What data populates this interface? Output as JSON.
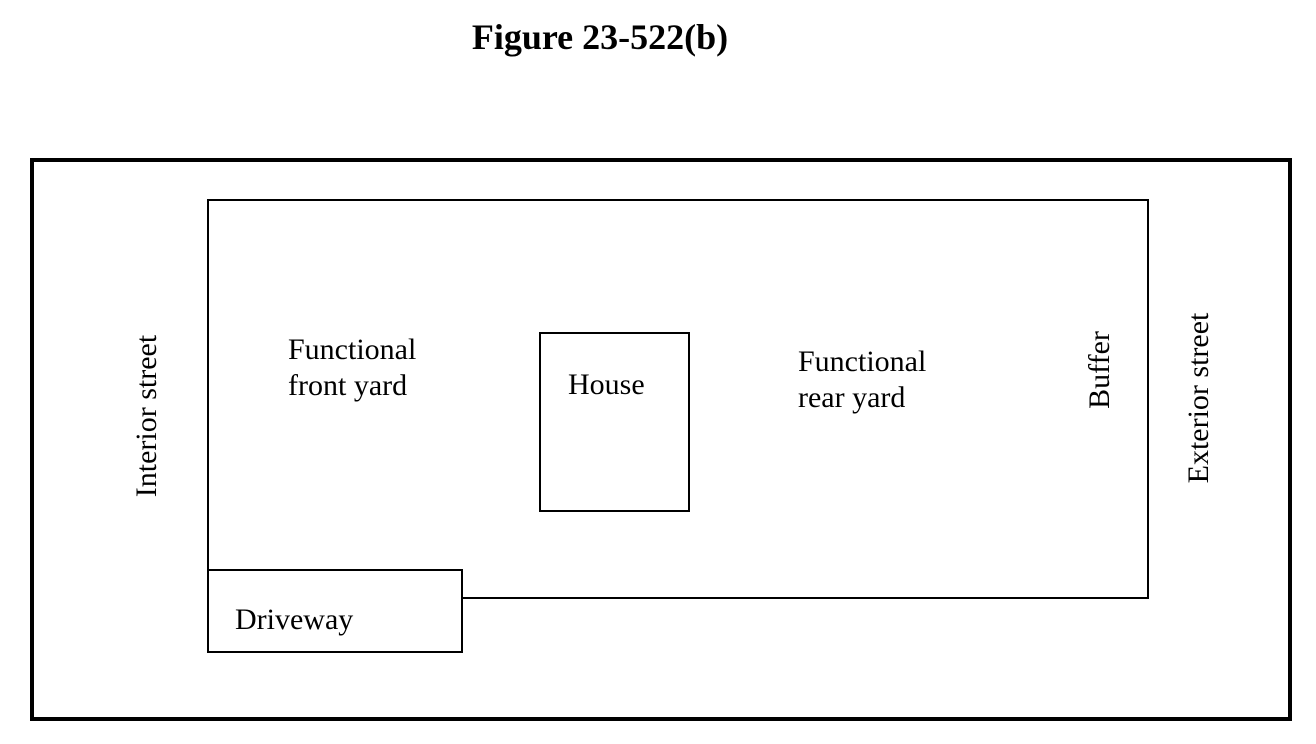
{
  "title": "Figure 23-522(b)",
  "labels": {
    "interior_street": "Interior street",
    "exterior_street": "Exterior street",
    "buffer": "Buffer",
    "front_yard_line1": "Functional",
    "front_yard_line2": "front yard",
    "house": "House",
    "rear_yard_line1": "Functional",
    "rear_yard_line2": "rear yard",
    "driveway": "Driveway"
  }
}
